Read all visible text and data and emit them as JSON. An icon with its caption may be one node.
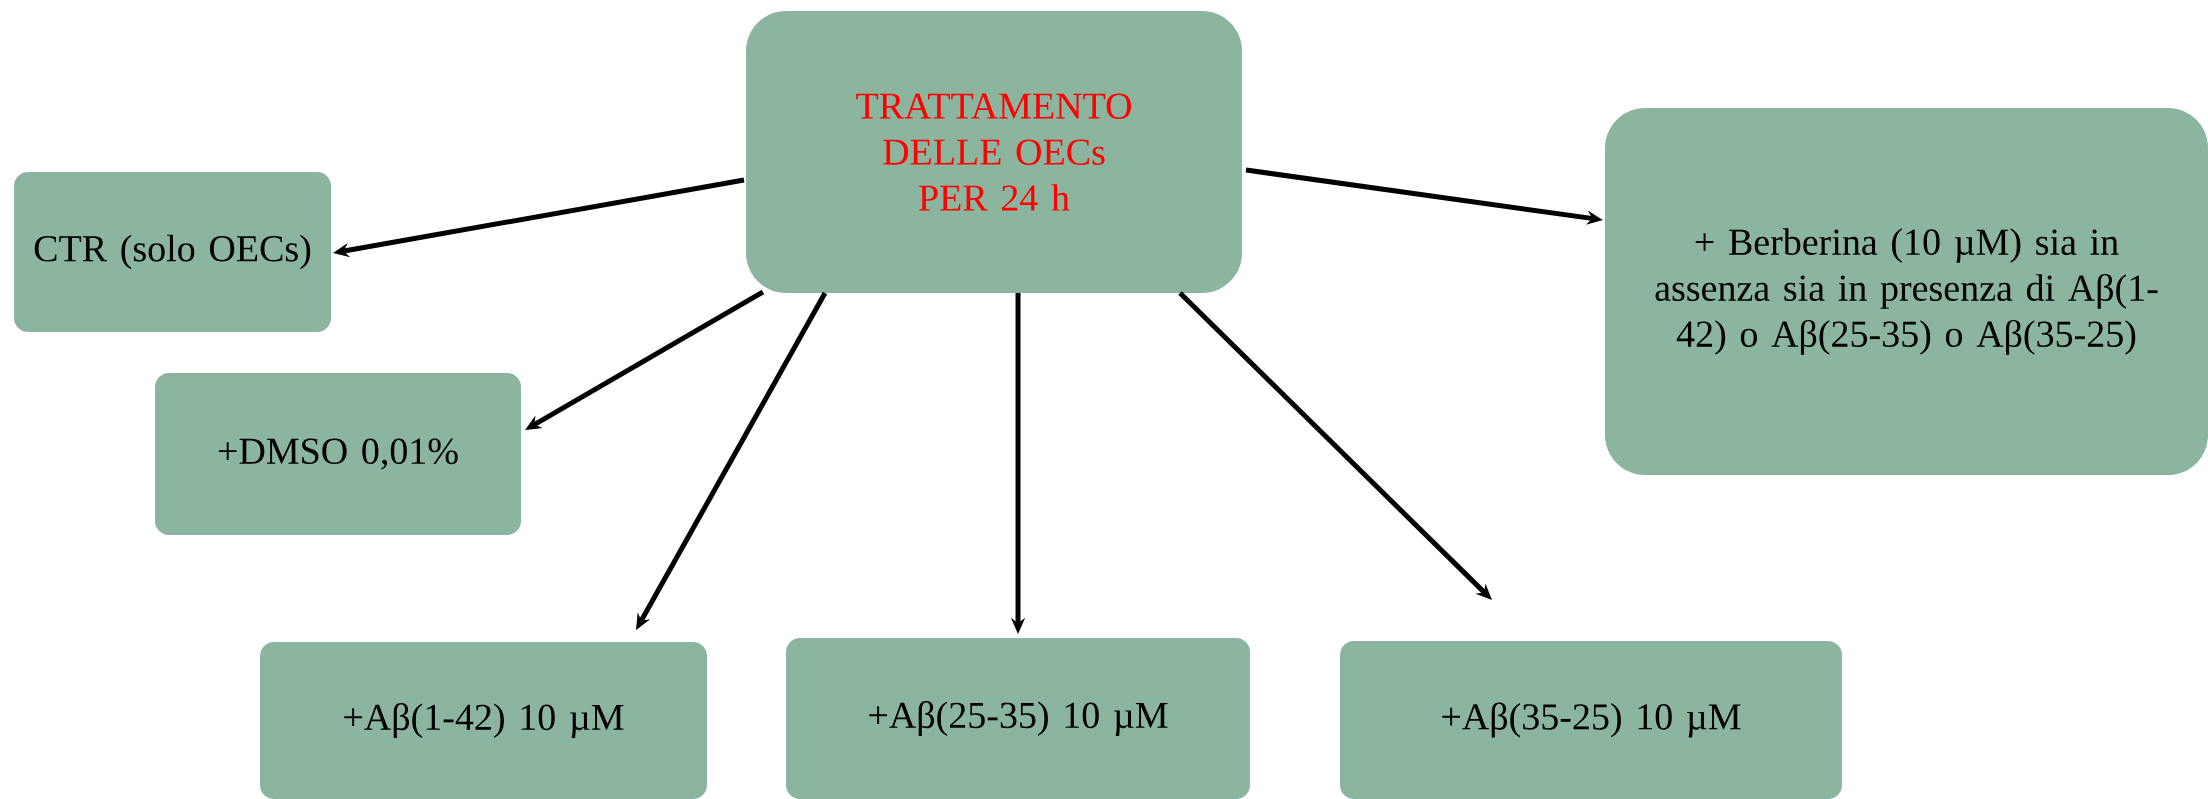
{
  "diagram": {
    "nodes": [
      {
        "text": [
          "TRATTAMENTO DELLE OECs PER 24 h"
        ]
      },
      {
        "text": [
          "CTR (solo OECs)"
        ]
      },
      {
        "text": [
          "+DMSO 0,01%"
        ]
      },
      {
        "text": [
          "+Aβ(1-42) 10 µM"
        ]
      },
      {
        "text": [
          "+Aβ(25-35) 10 µM"
        ]
      },
      {
        "text": [
          "+Aβ(35-25) 10 µM"
        ]
      },
      {
        "text": [
          "+ Berberina (10 µM) sia in assenza sia in presenza di Aβ(1-42) o Aβ(25-35) o Aβ(35-25)"
        ]
      }
    ],
    "edges": [
      {
        "from": 0,
        "to": 1,
        "arrow": "to"
      },
      {
        "from": 0,
        "to": 2,
        "arrow": "to"
      },
      {
        "from": 0,
        "to": 3,
        "arrow": "to"
      },
      {
        "from": 0,
        "to": 4,
        "arrow": "to"
      },
      {
        "from": 0,
        "to": 5,
        "arrow": "to"
      },
      {
        "from": 0,
        "to": 6,
        "arrow": "to"
      }
    ]
  }
}
